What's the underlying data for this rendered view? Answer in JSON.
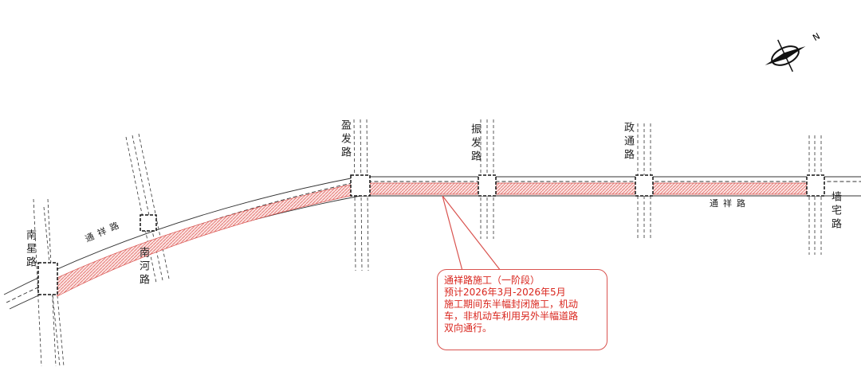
{
  "roads": {
    "main": "通祥路",
    "nanxing": "南星路",
    "nanhe": "南河路",
    "yingfa": "盈发路",
    "zhenfa": "振发路",
    "zhengtong": "政通路",
    "qiangzhai": "墙宅路"
  },
  "callout": {
    "title": "通祥路施工（一阶段）",
    "period": "预计2026年3月-2026年5月",
    "line3": "施工期间东半幅封闭施工，机动",
    "line4": "车，非机动车利用另外半幅道路",
    "line5": "双向通行。"
  },
  "compass": {
    "north_label": "N"
  },
  "colors": {
    "closure": "#e8837f",
    "callout": "#d9251d"
  }
}
